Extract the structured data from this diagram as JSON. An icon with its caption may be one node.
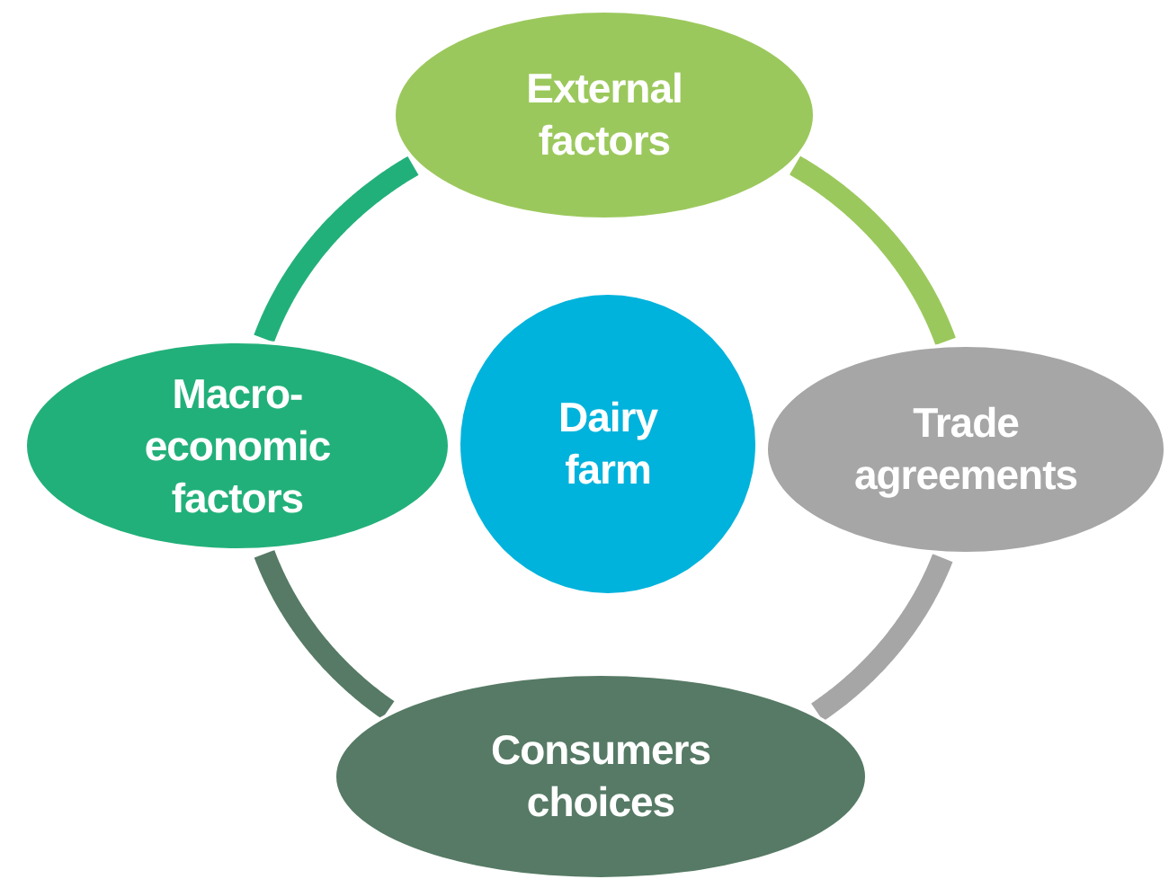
{
  "diagram": {
    "nodes": [
      {
        "text": [
          "External factors"
        ]
      },
      {
        "text": [
          "Macro-economic factors"
        ]
      },
      {
        "text": [
          "Dairy farm"
        ]
      },
      {
        "text": [
          "Trade agreements"
        ]
      },
      {
        "text": [
          "Consumers choices"
        ]
      }
    ],
    "edges": [
      {
        "from": 0,
        "to": 3,
        "arrow": "none",
        "color": "#9bc85c"
      },
      {
        "from": 3,
        "to": 4,
        "arrow": "none",
        "color": "#a6a6a6"
      },
      {
        "from": 4,
        "to": 1,
        "arrow": "none",
        "color": "#567a65"
      },
      {
        "from": 1,
        "to": 0,
        "arrow": "none",
        "color": "#22b07a"
      }
    ]
  }
}
